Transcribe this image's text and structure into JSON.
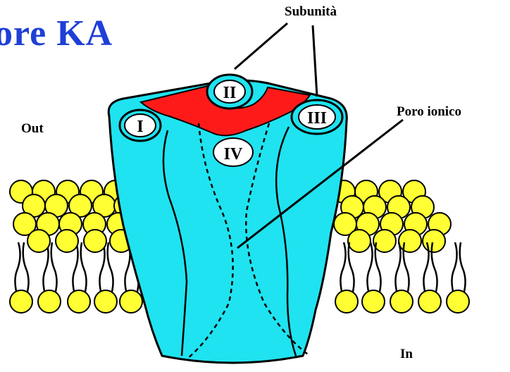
{
  "title": "ore KA",
  "labels": {
    "out": "Out",
    "in": "In",
    "subunits": "Subunità",
    "pore": "Poro ionico"
  },
  "subunit_numbers": [
    "I",
    "II",
    "III",
    "IV"
  ],
  "colors": {
    "title": "#1f3fd6",
    "channel": "#1fe3f0",
    "cap": "#ff1a1a",
    "lipid_head": "#ffff33",
    "outline": "#000000"
  }
}
